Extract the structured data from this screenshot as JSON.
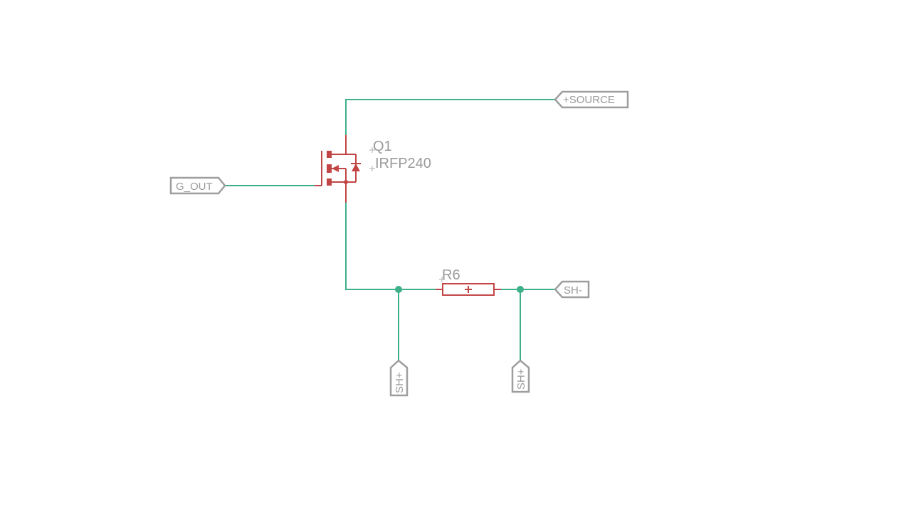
{
  "schematic": {
    "transistor": {
      "name": "Q1",
      "value": "IRFP240"
    },
    "resistor": {
      "name": "R6"
    },
    "net_labels": {
      "g_out": "G_OUT",
      "source": "+SOURCE",
      "sh_minus": "SH-",
      "sh_plus_left": "SH+",
      "sh_plus_right": "SH+"
    },
    "colors": {
      "wire": "#3db08a",
      "component": "#c24545",
      "label": "#9e9e9e"
    }
  }
}
